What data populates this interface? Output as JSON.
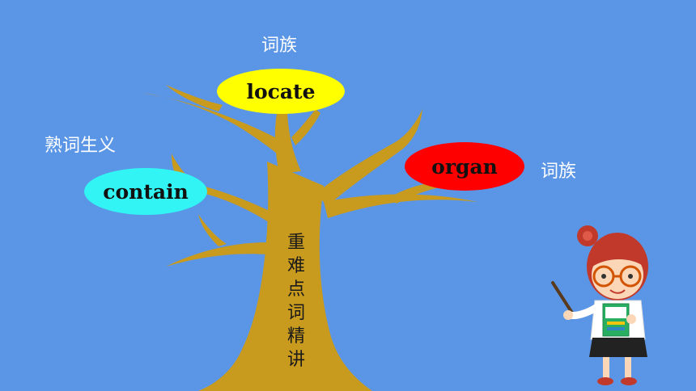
{
  "tree": {
    "trunk_text": [
      "重",
      "难",
      "点",
      "词",
      "精",
      "讲"
    ]
  },
  "labels": {
    "top_family": "词族",
    "left_meaning": "熟词生义",
    "right_family": "词族"
  },
  "words": {
    "locate": "locate",
    "contain": "contain",
    "organ": "organ"
  },
  "colors": {
    "background": "#5b96e6",
    "tree": "#c89a1e",
    "locate": "#ffff00",
    "contain": "#33f4f4",
    "organ": "#ff0000"
  },
  "icons": {
    "teacher": "teacher-with-book-and-pointer"
  }
}
